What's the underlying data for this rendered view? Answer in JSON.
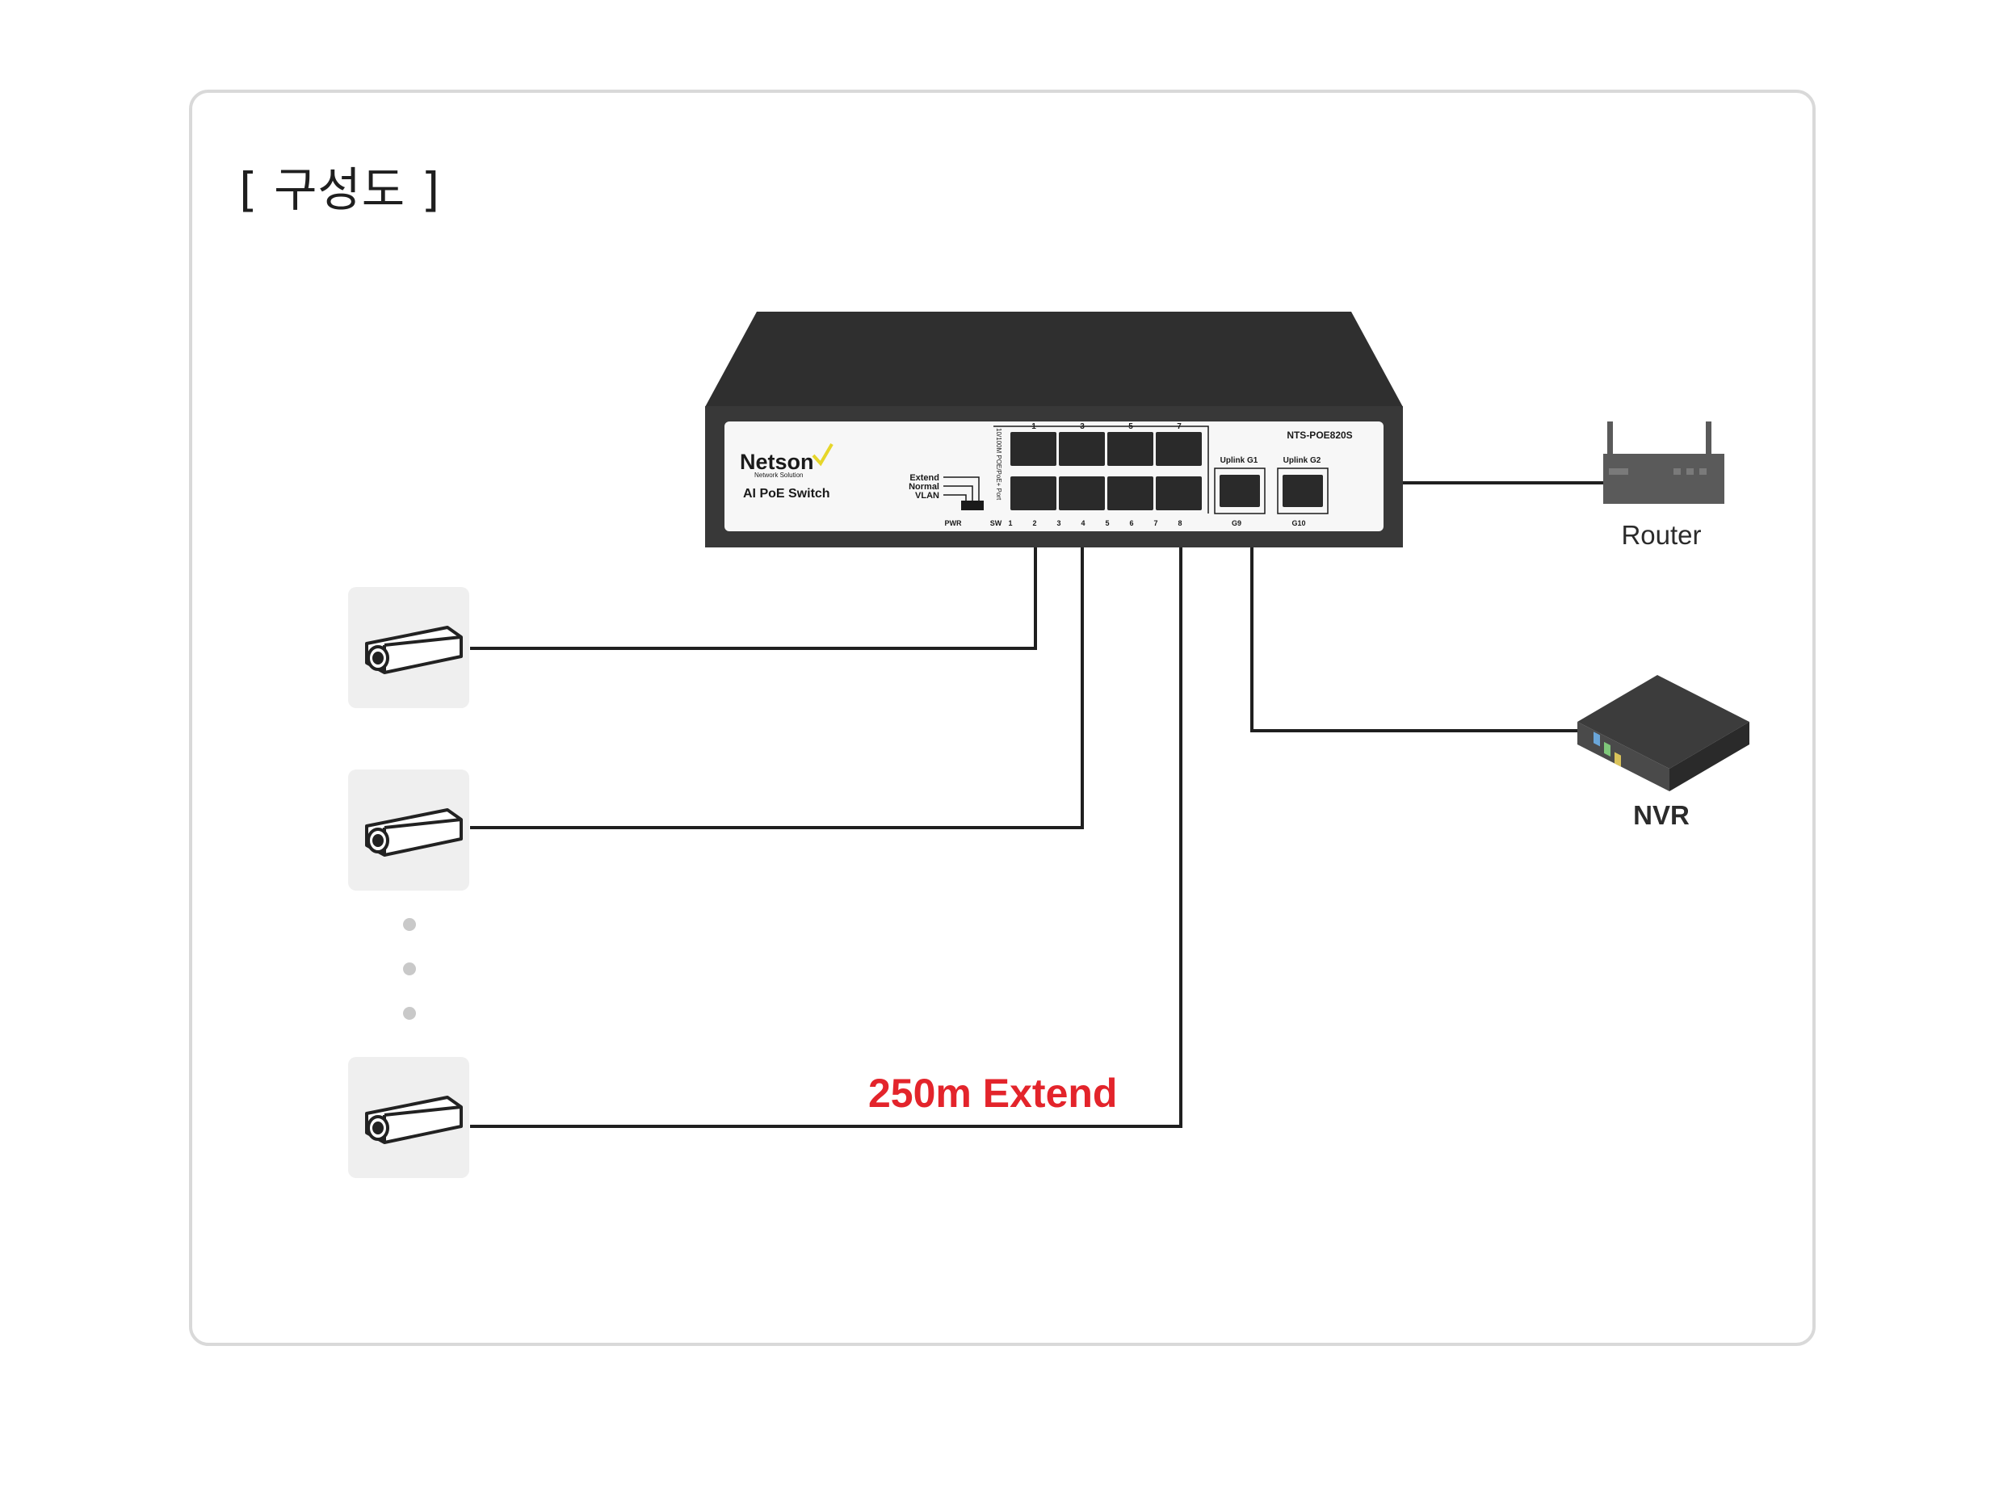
{
  "heading": "[ 구성도 ]",
  "switch": {
    "brand": "Netson",
    "brand_sub": "Network Solution",
    "product_line": "AI PoE Switch",
    "model": "NTS-POE820S",
    "mode_labels": [
      "Extend",
      "Normal",
      "VLAN"
    ],
    "side_label": "10/100M POE/PoE+ Port",
    "top_port_numbers": [
      "1",
      "3",
      "5",
      "7"
    ],
    "uplink_labels": [
      "Uplink G1",
      "Uplink G2"
    ],
    "bottom_labels": [
      "PWR",
      "SW",
      "1",
      "2",
      "3",
      "4",
      "5",
      "6",
      "7",
      "8",
      "G9",
      "G10"
    ]
  },
  "devices": {
    "router_label": "Router",
    "nvr_label": "NVR"
  },
  "extend_label": "250m Extend",
  "colors": {
    "line": "#1f1f1f",
    "switch_body": "#3a3a3a",
    "extend_text": "#e3242b",
    "camera_bg": "#efefef",
    "frame_border": "#d9d9d9"
  }
}
